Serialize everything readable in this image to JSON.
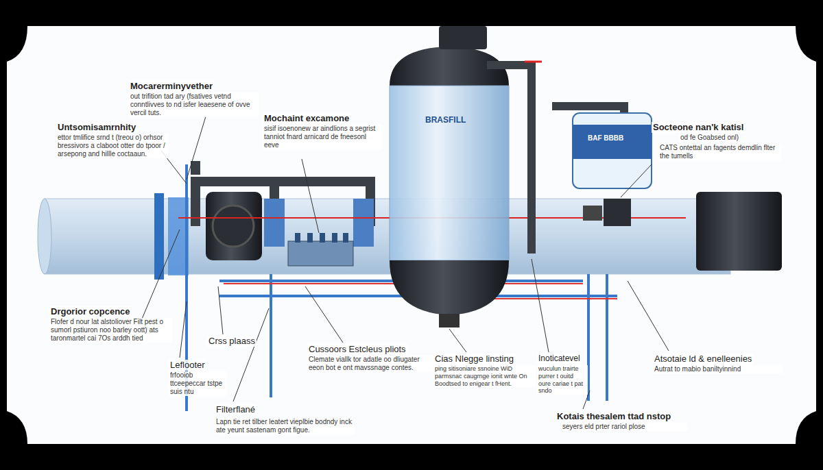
{
  "diagram": {
    "labels": [
      "Mocarerminyvether",
      "out trifition tad ary (fsatives vetnd conntlivves to nd isfer leaesene of ovve vercil tuts.",
      "Untsomisamrnhity",
      "ettor tmlifice srnd t (treou o) orhsor bressivors a claboot otter do tpoor / arsepong and hillle coctaaun.",
      "Mochaint excamone",
      "sisif isoenonew ar aindlions a segrist tanniot fnard arnicard de fneesonl eeve",
      "Socteone nan'k katisl",
      "od fe Goabsed onl)",
      "CATS ontettal an fagents demdlin flter the tumells",
      "BRASFILL",
      "BAF BBBB",
      "Drgorior copcence",
      "Flofer d nour lat alstoliover Filt pest o sumorl pstiuron noo barley oott) ats taronmartel cai 7Os arddh tied",
      "Crss plaass",
      "Leflooter",
      "frfooiob ttceepeccar tstpe suis ntu",
      "Cussoors Estcleus pliots",
      "Clemate viallk tor adatle oo dliugater eeon bot e ont mavssnage contes.",
      "Cias Nlegge linsting",
      "ping sitisoniare ssnoine WiD parmsnac caugrnge ionit wnte On Boodtsed to enigear t fHent.",
      "Inoticatevel",
      "wuculun trairte purrer t ouitd oure cariae t pat sndo",
      "Atsotaie ld & enelleenies",
      "Autrat to mabio baniltyinnind",
      "Filterflané",
      "Lapn tie ret tilber leatert vieplbie bodndy inck ate yeunt sastenam gont figue.",
      "Kotais thesalem ttad nstop",
      "seyers eld prter rariol plose"
    ]
  }
}
